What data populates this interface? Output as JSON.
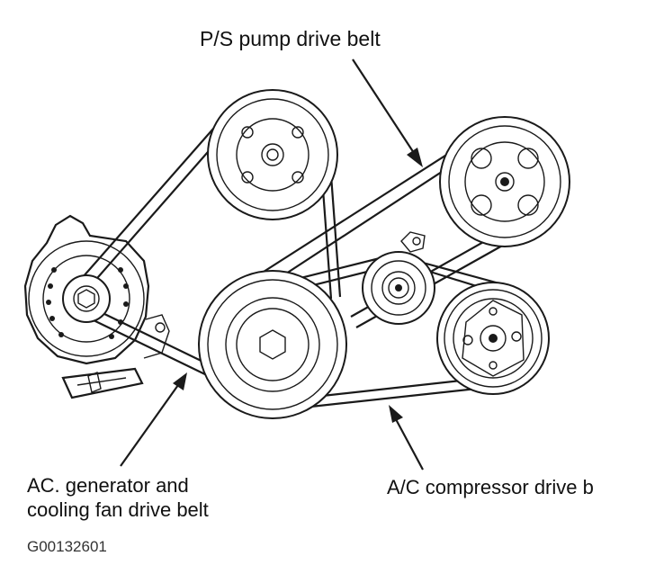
{
  "labels": {
    "ps_pump_belt": "P/S pump drive belt",
    "ac_generator_line1": "AC. generator and",
    "ac_generator_line2": "cooling fan drive belt",
    "ac_compressor_belt": "A/C compressor drive b",
    "figure_id": "G00132601"
  },
  "colors": {
    "line": "#1a1a1a",
    "background": "#ffffff"
  }
}
